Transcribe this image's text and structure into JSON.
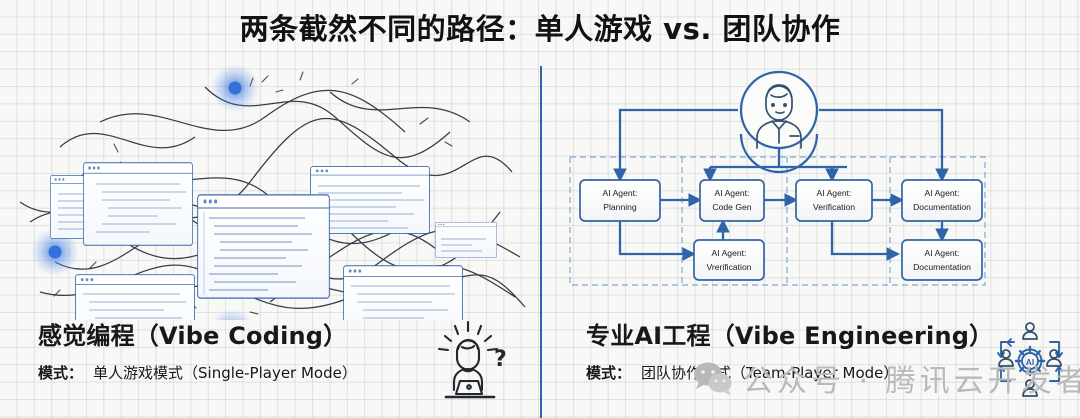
{
  "page": {
    "title": "两条截然不同的路径：单人游戏 vs. 团队协作",
    "background_color": "#f8f8f6",
    "grid_color": "#aaacb2",
    "divider_color": "#2f65a8",
    "accent_blue": "#2f65a8",
    "text_color": "#16181c"
  },
  "left_panel": {
    "illustration_name": "tangled-code-windows-illustration",
    "heading": "感觉编程（Vibe Coding）",
    "mode_label": "模式：",
    "mode_value": "单人游戏模式（Single-Player Mode）",
    "icon": "person-at-laptop-confused-icon",
    "window_count": 8,
    "node_count": 4
  },
  "right_panel": {
    "illustration_name": "ai-agent-orchestration-diagram",
    "heading": "专业AI工程（Vibe Engineering）",
    "mode_label": "模式：",
    "mode_value": "团队协作模式（Team-Player Mode）",
    "icon": "team-ai-gear-collaboration-icon",
    "diagram": {
      "human_node": "human-operator-avatar",
      "nodes": [
        {
          "id": "planning",
          "line1": "AI Agent:",
          "line2": "Planning"
        },
        {
          "id": "code-gen",
          "line1": "AI Agent:",
          "line2": "Code Gen"
        },
        {
          "id": "verification",
          "line1": "AI Agent:",
          "line2": "Verification"
        },
        {
          "id": "documentation",
          "line1": "AI Agent:",
          "line2": "Documentation"
        },
        {
          "id": "vrerification",
          "line1": "AI Agent:",
          "line2": "Vrerification"
        },
        {
          "id": "documentation2",
          "line1": "AI Agent:",
          "line2": "Documentation"
        }
      ],
      "box_border_color": "#2f65a8",
      "box_fill_color": "#fbfbfa",
      "arrow_color": "#2f65a8",
      "group_border_color": "#7fa8d6"
    }
  },
  "watermark": {
    "text": "公众号 · 腾讯云开发者",
    "logo": "wechat-logo",
    "color": "#b9b9b9"
  }
}
